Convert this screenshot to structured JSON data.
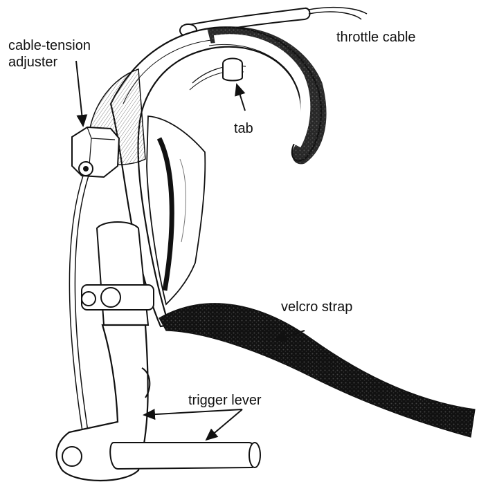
{
  "labels": {
    "cable_tension_adjuster_line1": "cable-tension",
    "cable_tension_adjuster_line2": "adjuster",
    "throttle_cable": "throttle cable",
    "tab": "tab",
    "velcro_strap": "velcro strap",
    "trigger_lever": "trigger lever"
  },
  "colors": {
    "ink": "#111111",
    "background": "#ffffff",
    "velcro": "#0d0d0d"
  }
}
